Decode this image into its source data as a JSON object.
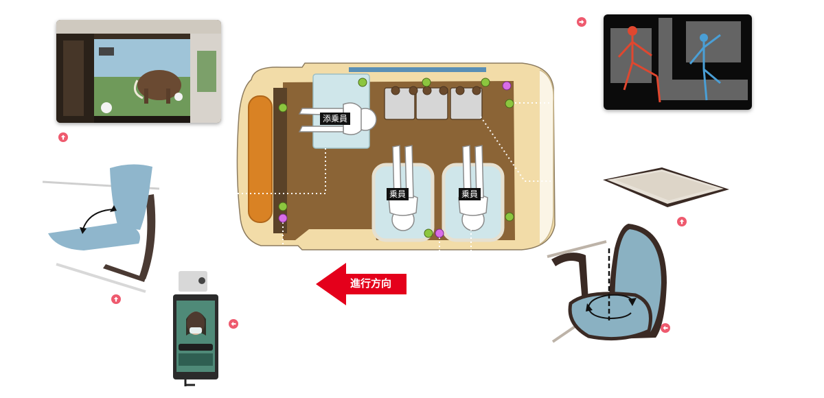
{
  "labels": {
    "attendant": "添乗員",
    "passenger_1": "乗員",
    "passenger_2": "乗員",
    "direction": "進行方向"
  },
  "colors": {
    "accent_red": "#e4001b",
    "pointer_pink": "#ee5a6e",
    "sensor_green": "#8cc63f",
    "sensor_magenta": "#d86ee8",
    "floor_brown": "#8b6436",
    "body_cream": "#f2dca8",
    "seat_blue": "#cfe6ea"
  },
  "icons": {
    "pointer": "arrow-circle-icon"
  }
}
